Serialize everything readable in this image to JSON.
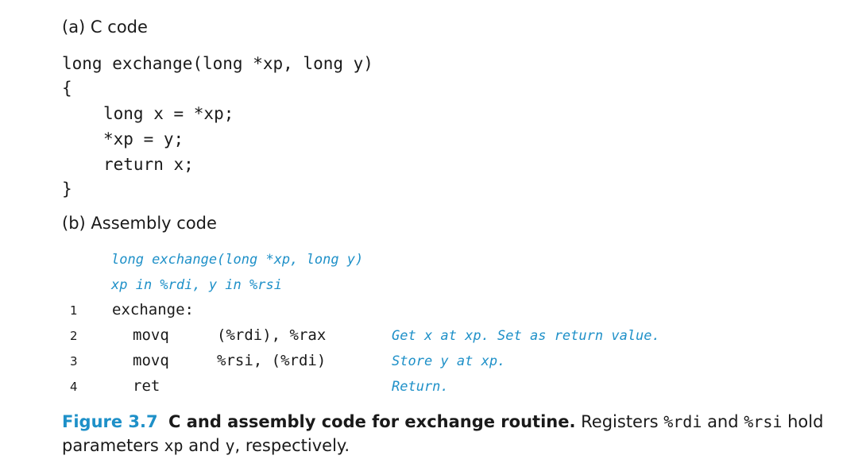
{
  "sections": {
    "c_heading": "(a) C code",
    "asm_heading": "(b) Assembly code"
  },
  "c_code": {
    "lines": [
      "long exchange(long *xp, long y)",
      "{",
      "long x = *xp;",
      "*xp = y;",
      "return x;",
      "}"
    ]
  },
  "asm_code": {
    "header_comments": [
      "long exchange(long *xp, long y)",
      "xp in %rdi, y in %rsi"
    ],
    "lines": [
      {
        "num": "1",
        "label": "exchange:",
        "op": "",
        "args": "",
        "comment": ""
      },
      {
        "num": "2",
        "label": "",
        "op": "movq",
        "args": "(%rdi), %rax",
        "comment": "Get x at xp. Set as return value."
      },
      {
        "num": "3",
        "label": "",
        "op": "movq",
        "args": "%rsi, (%rdi)",
        "comment": "Store y at xp."
      },
      {
        "num": "4",
        "label": "",
        "op": "ret",
        "args": "",
        "comment": "Return."
      }
    ]
  },
  "caption": {
    "label": "Figure 3.7",
    "title": "C and assembly code for exchange routine.",
    "text_1": "Registers ",
    "reg_1": "%rdi",
    "text_2": " and ",
    "reg_2": "%rsi",
    "text_3": " hold parameters ",
    "param_1": "xp",
    "text_4": " and ",
    "param_2": "y",
    "text_5": ", respectively."
  }
}
